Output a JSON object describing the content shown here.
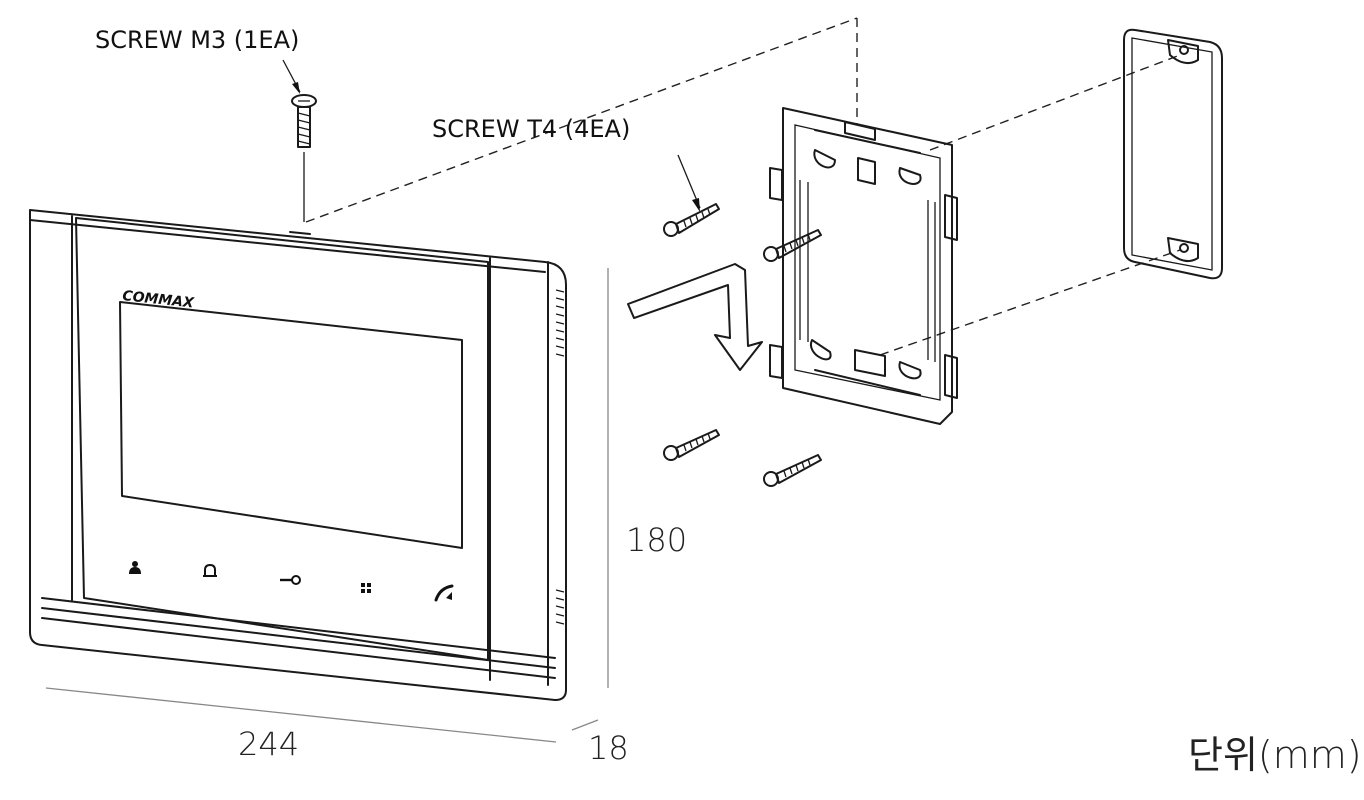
{
  "labels": {
    "screw_m3": "SCREW M3 (1EA)",
    "screw_t4": "SCREW T4 (4EA)",
    "brand": "COMMAX",
    "unit": "단위(mm)"
  },
  "dimensions": {
    "width": "244",
    "height": "180",
    "depth": "18"
  },
  "icons": [
    "person-icon",
    "bell-icon",
    "key-icon",
    "menu-icon",
    "phone-icon"
  ]
}
